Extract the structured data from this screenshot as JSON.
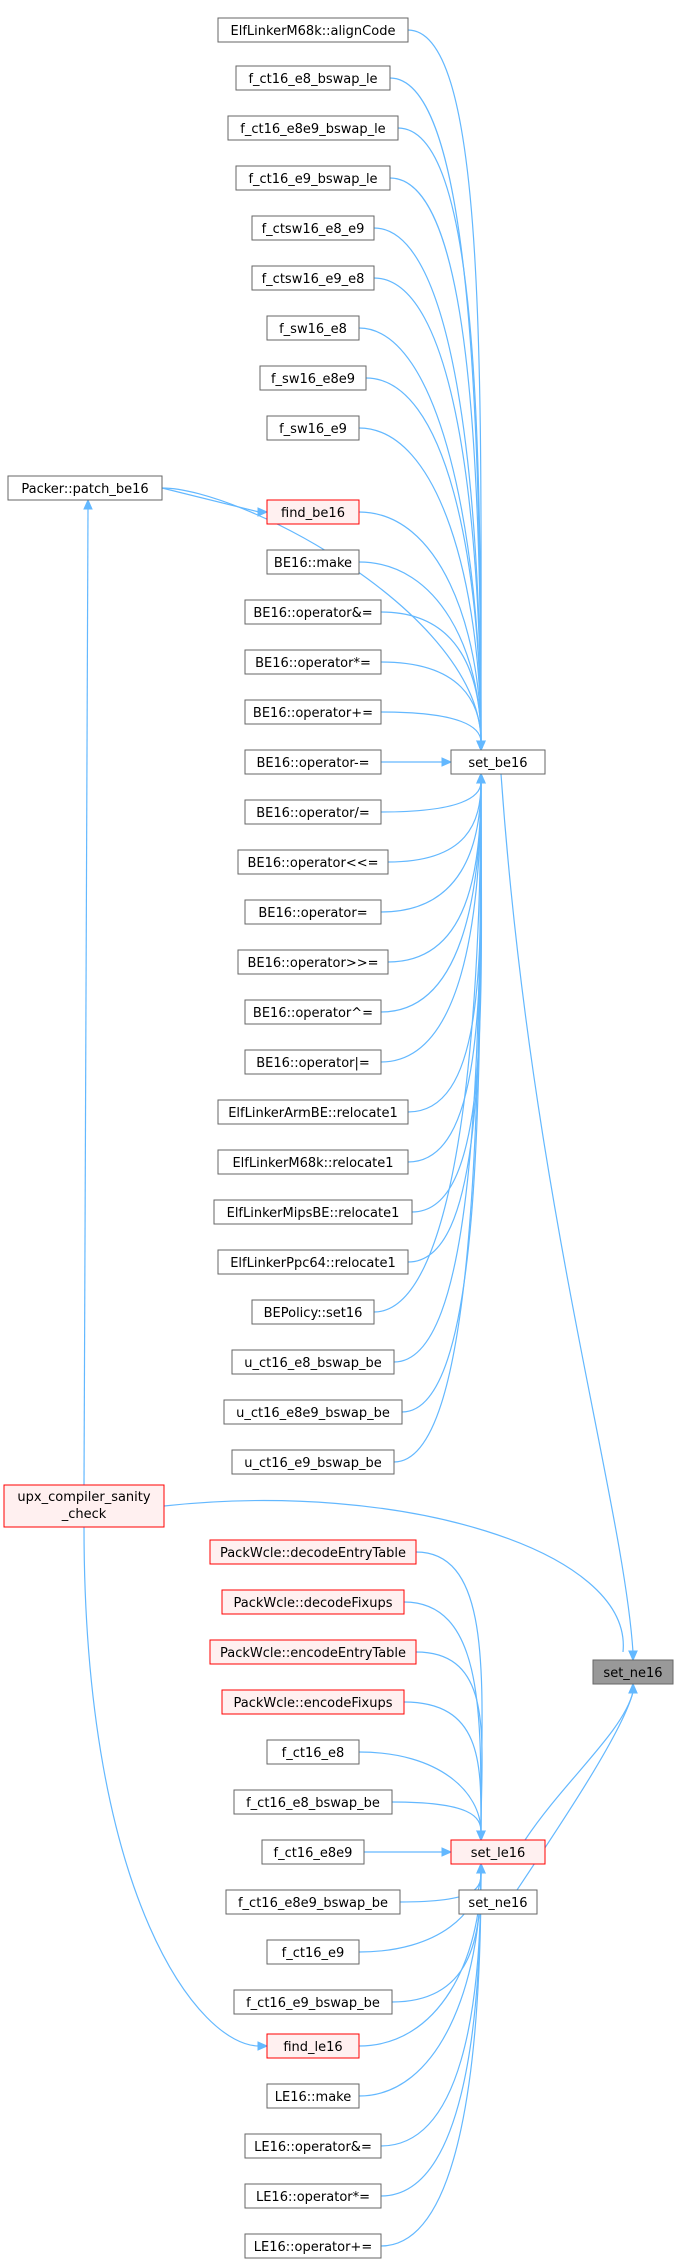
{
  "colors": {
    "edge": "#63b8ff",
    "node_border": "#666666",
    "node_fill": "#ffffff",
    "truncated_border": "#ff0000",
    "truncated_fill": "#fff0f0",
    "focus_fill": "#999999",
    "focus_border": "#666666"
  },
  "nodes": [
    {
      "id": "n_alignCode",
      "label": "ElfLinkerM68k::alignCode",
      "kind": "normal"
    },
    {
      "id": "n_f_ct16_e8_bswap_le",
      "label": "f_ct16_e8_bswap_le",
      "kind": "normal"
    },
    {
      "id": "n_f_ct16_e8e9_bswap_le",
      "label": "f_ct16_e8e9_bswap_le",
      "kind": "normal"
    },
    {
      "id": "n_f_ct16_e9_bswap_le",
      "label": "f_ct16_e9_bswap_le",
      "kind": "normal"
    },
    {
      "id": "n_f_ctsw16_e8_e9",
      "label": "f_ctsw16_e8_e9",
      "kind": "normal"
    },
    {
      "id": "n_f_ctsw16_e9_e8",
      "label": "f_ctsw16_e9_e8",
      "kind": "normal"
    },
    {
      "id": "n_f_sw16_e8",
      "label": "f_sw16_e8",
      "kind": "normal"
    },
    {
      "id": "n_f_sw16_e8e9",
      "label": "f_sw16_e8e9",
      "kind": "normal"
    },
    {
      "id": "n_f_sw16_e9",
      "label": "f_sw16_e9",
      "kind": "normal"
    },
    {
      "id": "n_patch_be16",
      "label": "Packer::patch_be16",
      "kind": "normal"
    },
    {
      "id": "n_find_be16",
      "label": "find_be16",
      "kind": "truncated"
    },
    {
      "id": "n_be16_make",
      "label": "BE16::make",
      "kind": "normal"
    },
    {
      "id": "n_be16_and",
      "label": "BE16::operator&=",
      "kind": "normal"
    },
    {
      "id": "n_be16_mul",
      "label": "BE16::operator*=",
      "kind": "normal"
    },
    {
      "id": "n_be16_add",
      "label": "BE16::operator+=",
      "kind": "normal"
    },
    {
      "id": "n_be16_sub",
      "label": "BE16::operator-=",
      "kind": "normal"
    },
    {
      "id": "n_be16_div",
      "label": "BE16::operator/=",
      "kind": "normal"
    },
    {
      "id": "n_be16_shl",
      "label": "BE16::operator<<=",
      "kind": "normal"
    },
    {
      "id": "n_be16_assign",
      "label": "BE16::operator=",
      "kind": "normal"
    },
    {
      "id": "n_be16_shr",
      "label": "BE16::operator>>=",
      "kind": "normal"
    },
    {
      "id": "n_be16_xor",
      "label": "BE16::operator^=",
      "kind": "normal"
    },
    {
      "id": "n_be16_or",
      "label": "BE16::operator|=",
      "kind": "normal"
    },
    {
      "id": "n_armbe_reloc",
      "label": "ElfLinkerArmBE::relocate1",
      "kind": "normal"
    },
    {
      "id": "n_m68k_reloc",
      "label": "ElfLinkerM68k::relocate1",
      "kind": "normal"
    },
    {
      "id": "n_mipsbe_reloc",
      "label": "ElfLinkerMipsBE::relocate1",
      "kind": "normal"
    },
    {
      "id": "n_ppc64_reloc",
      "label": "ElfLinkerPpc64::relocate1",
      "kind": "normal"
    },
    {
      "id": "n_bepolicy_set16",
      "label": "BEPolicy::set16",
      "kind": "normal"
    },
    {
      "id": "n_u_ct16_e8_bswap_be",
      "label": "u_ct16_e8_bswap_be",
      "kind": "normal"
    },
    {
      "id": "n_u_ct16_e8e9_bswap_be",
      "label": "u_ct16_e8e9_bswap_be",
      "kind": "normal"
    },
    {
      "id": "n_u_ct16_e9_bswap_be",
      "label": "u_ct16_e9_bswap_be",
      "kind": "normal"
    },
    {
      "id": "n_set_be16",
      "label": "set_be16",
      "kind": "normal"
    },
    {
      "id": "n_upx_sanity",
      "label": "upx_compiler_sanity",
      "label2": "_check",
      "kind": "truncated"
    },
    {
      "id": "n_decodeEntryTable",
      "label": "PackWcle::decodeEntryTable",
      "kind": "truncated"
    },
    {
      "id": "n_decodeFixups",
      "label": "PackWcle::decodeFixups",
      "kind": "truncated"
    },
    {
      "id": "n_encodeEntryTable",
      "label": "PackWcle::encodeEntryTable",
      "kind": "truncated"
    },
    {
      "id": "n_encodeFixups",
      "label": "PackWcle::encodeFixups",
      "kind": "truncated"
    },
    {
      "id": "n_f_ct16_e8",
      "label": "f_ct16_e8",
      "kind": "normal"
    },
    {
      "id": "n_f_ct16_e8_bswap_be",
      "label": "f_ct16_e8_bswap_be",
      "kind": "normal"
    },
    {
      "id": "n_f_ct16_e8e9",
      "label": "f_ct16_e8e9",
      "kind": "normal"
    },
    {
      "id": "n_f_ct16_e8e9_bswap_be",
      "label": "f_ct16_e8e9_bswap_be",
      "kind": "normal"
    },
    {
      "id": "n_f_ct16_e9",
      "label": "f_ct16_e9",
      "kind": "normal"
    },
    {
      "id": "n_f_ct16_e9_bswap_be",
      "label": "f_ct16_e9_bswap_be",
      "kind": "normal"
    },
    {
      "id": "n_find_le16",
      "label": "find_le16",
      "kind": "truncated"
    },
    {
      "id": "n_le16_make",
      "label": "LE16::make",
      "kind": "normal"
    },
    {
      "id": "n_le16_and",
      "label": "LE16::operator&=",
      "kind": "normal"
    },
    {
      "id": "n_le16_mul",
      "label": "LE16::operator*=",
      "kind": "normal"
    },
    {
      "id": "n_le16_add",
      "label": "LE16::operator+=",
      "kind": "normal"
    },
    {
      "id": "n_set_le16",
      "label": "set_le16",
      "kind": "truncated"
    },
    {
      "id": "n_set_ne16_b",
      "label": "set_ne16",
      "kind": "normal"
    },
    {
      "id": "n_set_ne16_focus",
      "label": "set_ne16",
      "kind": "focus"
    }
  ],
  "edges": [
    [
      "n_alignCode",
      "n_set_be16"
    ],
    [
      "n_f_ct16_e8_bswap_le",
      "n_set_be16"
    ],
    [
      "n_f_ct16_e8e9_bswap_le",
      "n_set_be16"
    ],
    [
      "n_f_ct16_e9_bswap_le",
      "n_set_be16"
    ],
    [
      "n_f_ctsw16_e8_e9",
      "n_set_be16"
    ],
    [
      "n_f_ctsw16_e9_e8",
      "n_set_be16"
    ],
    [
      "n_f_sw16_e8",
      "n_set_be16"
    ],
    [
      "n_f_sw16_e8e9",
      "n_set_be16"
    ],
    [
      "n_f_sw16_e9",
      "n_set_be16"
    ],
    [
      "n_patch_be16",
      "n_set_be16"
    ],
    [
      "n_patch_be16",
      "n_find_be16"
    ],
    [
      "n_find_be16",
      "n_set_be16"
    ],
    [
      "n_be16_make",
      "n_set_be16"
    ],
    [
      "n_be16_and",
      "n_set_be16"
    ],
    [
      "n_be16_mul",
      "n_set_be16"
    ],
    [
      "n_be16_add",
      "n_set_be16"
    ],
    [
      "n_be16_sub",
      "n_set_be16"
    ],
    [
      "n_be16_div",
      "n_set_be16"
    ],
    [
      "n_be16_shl",
      "n_set_be16"
    ],
    [
      "n_be16_assign",
      "n_set_be16"
    ],
    [
      "n_be16_shr",
      "n_set_be16"
    ],
    [
      "n_be16_xor",
      "n_set_be16"
    ],
    [
      "n_be16_or",
      "n_set_be16"
    ],
    [
      "n_armbe_reloc",
      "n_set_be16"
    ],
    [
      "n_m68k_reloc",
      "n_set_be16"
    ],
    [
      "n_mipsbe_reloc",
      "n_set_be16"
    ],
    [
      "n_ppc64_reloc",
      "n_set_be16"
    ],
    [
      "n_bepolicy_set16",
      "n_set_be16"
    ],
    [
      "n_u_ct16_e8_bswap_be",
      "n_set_be16"
    ],
    [
      "n_u_ct16_e8e9_bswap_be",
      "n_set_be16"
    ],
    [
      "n_u_ct16_e9_bswap_be",
      "n_set_be16"
    ],
    [
      "n_set_be16",
      "n_set_ne16_focus"
    ],
    [
      "n_upx_sanity",
      "n_set_ne16_focus"
    ],
    [
      "n_upx_sanity",
      "n_patch_be16"
    ],
    [
      "n_upx_sanity",
      "n_find_le16"
    ],
    [
      "n_decodeEntryTable",
      "n_set_le16"
    ],
    [
      "n_decodeFixups",
      "n_set_le16"
    ],
    [
      "n_encodeEntryTable",
      "n_set_le16"
    ],
    [
      "n_encodeFixups",
      "n_set_le16"
    ],
    [
      "n_f_ct16_e8",
      "n_set_le16"
    ],
    [
      "n_f_ct16_e8_bswap_be",
      "n_set_le16"
    ],
    [
      "n_f_ct16_e8e9",
      "n_set_le16"
    ],
    [
      "n_f_ct16_e8e9_bswap_be",
      "n_set_le16"
    ],
    [
      "n_f_ct16_e9",
      "n_set_le16"
    ],
    [
      "n_f_ct16_e9_bswap_be",
      "n_set_le16"
    ],
    [
      "n_find_le16",
      "n_set_le16"
    ],
    [
      "n_le16_make",
      "n_set_le16"
    ],
    [
      "n_le16_and",
      "n_set_le16"
    ],
    [
      "n_le16_mul",
      "n_set_le16"
    ],
    [
      "n_le16_add",
      "n_set_le16"
    ],
    [
      "n_set_le16",
      "n_set_ne16_focus"
    ],
    [
      "n_set_ne16_b",
      "n_set_ne16_focus"
    ]
  ]
}
